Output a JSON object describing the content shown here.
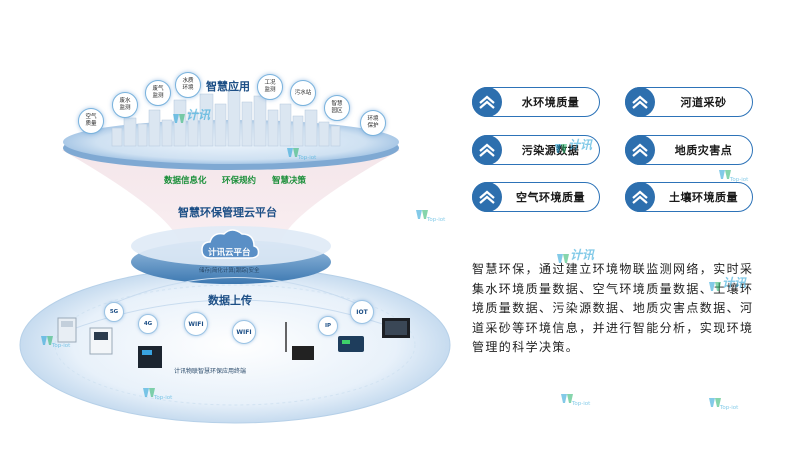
{
  "left_diagram": {
    "top_title": "智慧应用",
    "app_bubbles": [
      {
        "label": "空气\n质量"
      },
      {
        "label": "废水\n监测"
      },
      {
        "label": "废气\n监测"
      },
      {
        "label": "水质\n环境"
      },
      {
        "label": "工况\n监测"
      },
      {
        "label": "污水站"
      },
      {
        "label": "智慧\n园区"
      },
      {
        "label": "环境\n保护"
      }
    ],
    "upper_labels": {
      "data_info": "数据信息化",
      "env_rules": "环保规约",
      "smart_decision": "智慧决策"
    },
    "platform_title": "智慧环保管理云平台",
    "cloud": {
      "label": "计讯云平台",
      "sub": "储存|简化计算|跟踪|安全"
    },
    "upload_title": "数据上传",
    "network_chips": [
      "5G",
      "4G",
      "WIFI",
      "WIFI",
      "IP",
      "IOT"
    ],
    "terminal_caption": "计讯物联智慧环保应用终端"
  },
  "categories": [
    {
      "label": "水环境质量"
    },
    {
      "label": "河道采砂"
    },
    {
      "label": "污染源数据"
    },
    {
      "label": "地质灾害点"
    },
    {
      "label": "空气环境质量"
    },
    {
      "label": "土壤环境质量"
    }
  ],
  "description": "智慧环保，通过建立环境物联监测网络，实时采集水环境质量数据、空气环境质量数据、土壤环境质量数据、污染源数据、地质灾害点数据、河道采砂等环境信息，并进行智能分析，实现环境管理的科学决策。",
  "watermark": {
    "brand": "计讯",
    "sub": "Top-iot"
  },
  "colors": {
    "accent": "#2d6fae",
    "green": "#1b8f3a",
    "title_blue": "#1d4f86"
  }
}
